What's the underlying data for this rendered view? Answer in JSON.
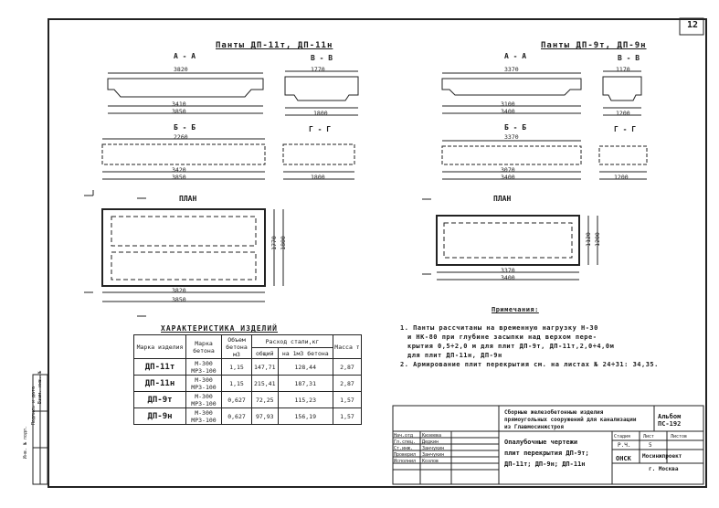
{
  "sheet_number": "12",
  "left": {
    "title": "Панты ДП-11т, ДП-11н",
    "secA": "А - А",
    "secAdim": "3820",
    "secV": "В - В",
    "secVdim": "1770",
    "secB": "Б - Б",
    "secBdim": "2260",
    "secG": "Г - Г",
    "dim3410": "3410",
    "dim3850a": "3850",
    "dim3420": "3420",
    "dim3850b": "3850",
    "dim1800a": "1800",
    "dim1800b": "1800",
    "plan": "ПЛАН",
    "dim3820": "3820",
    "dim3850c": "3850",
    "dim1770": "1770",
    "dim1800v": "1800"
  },
  "right": {
    "title": "Панты ДП-9т, ДП-9н",
    "secA": "А - А",
    "secAdim": "3370",
    "secV": "В - В",
    "secVdim": "1170",
    "secB": "Б - Б",
    "secBdim": "3370",
    "secG": "Г - Г",
    "dim3100": "3100",
    "dim3400a": "3400",
    "dim3070": "3070",
    "dim3400b": "3400",
    "dim1200a": "1200",
    "dim1200b": "1200",
    "plan": "ПЛАН",
    "dim3370": "3370",
    "dim3400c": "3400",
    "dim1120": "1120",
    "dim1200v": "1200"
  },
  "table": {
    "title": "ХАРАКТЕРИСТИКА ИЗДЕЛИЙ",
    "h_mark": "Марка изделия",
    "h_concrete": "Марка бетона",
    "h_volume": "Объем бетона м3",
    "h_steel": "Расход стали,кг",
    "h_steel_total": "общий",
    "h_steel_per": "на 1м3 бетона",
    "h_mass": "Масса т",
    "rows": [
      {
        "mark": "ДП-11т",
        "concrete": "М-300 МРЗ-100",
        "volume": "1,15",
        "total": "147,71",
        "per": "128,44",
        "mass": "2,87"
      },
      {
        "mark": "ДП-11н",
        "concrete": "М-300 МРЗ-100",
        "volume": "1,15",
        "total": "215,41",
        "per": "187,31",
        "mass": "2,87"
      },
      {
        "mark": "ДП-9т",
        "concrete": "М-300 МРЗ-100",
        "volume": "0,627",
        "total": "72,25",
        "per": "115,23",
        "mass": "1,57"
      },
      {
        "mark": "ДП-9н",
        "concrete": "М-300 МРЗ-100",
        "volume": "0,627",
        "total": "97,93",
        "per": "156,19",
        "mass": "1,57"
      }
    ]
  },
  "notes": {
    "heading": "Примечания:",
    "n1a": "1. Панты рассчитаны на временную нагрузку Н-30",
    "n1b": "и НК-80 при глубине засыпки над верхом пере-",
    "n1c": "крытия 0,5÷2,0 м для плит ДП-9т, ДП-11т,2,0÷4,0м",
    "n1d": "для плит ДП-11н, ДП-9н",
    "n2": "2. Армирование плит перекрытия см. на листах № 24÷31: 34,35."
  },
  "stamp": {
    "header1": "Сборные железобетонные изделия",
    "header2": "прямоугольных сооружений для канализации",
    "header3": "из Главмосинжстроя",
    "album": "Альбом ПС-192",
    "r1": "Нач.отд",
    "r1n": "Кизеева",
    "r2": "Гл.спец.",
    "r2n": "Дедкин",
    "r3": "Ст.инж.",
    "r3n": "Занчукин",
    "r4": "Проверил",
    "r4n": "Занчукин",
    "r5": "Исполнил",
    "r5n": "Козлов",
    "desc1": "Опалубочные чертежи",
    "desc2": "плит перекрытия ДП-9т;",
    "desc3": "ДП-11т; ДП-9н; ДП-11н",
    "stage_h": "Стадия",
    "sheet_h": "Лист",
    "sheets_h": "Листов",
    "stage": "Р.Ч.",
    "sheet": "5",
    "dept": "ОНСК",
    "org1": "Мосинжпроект",
    "org2": "г. Москва"
  },
  "sidebar": {
    "l1": "Инв. № подл.",
    "l2": "Подпись и дата",
    "l3": "Взам. инв. №"
  }
}
